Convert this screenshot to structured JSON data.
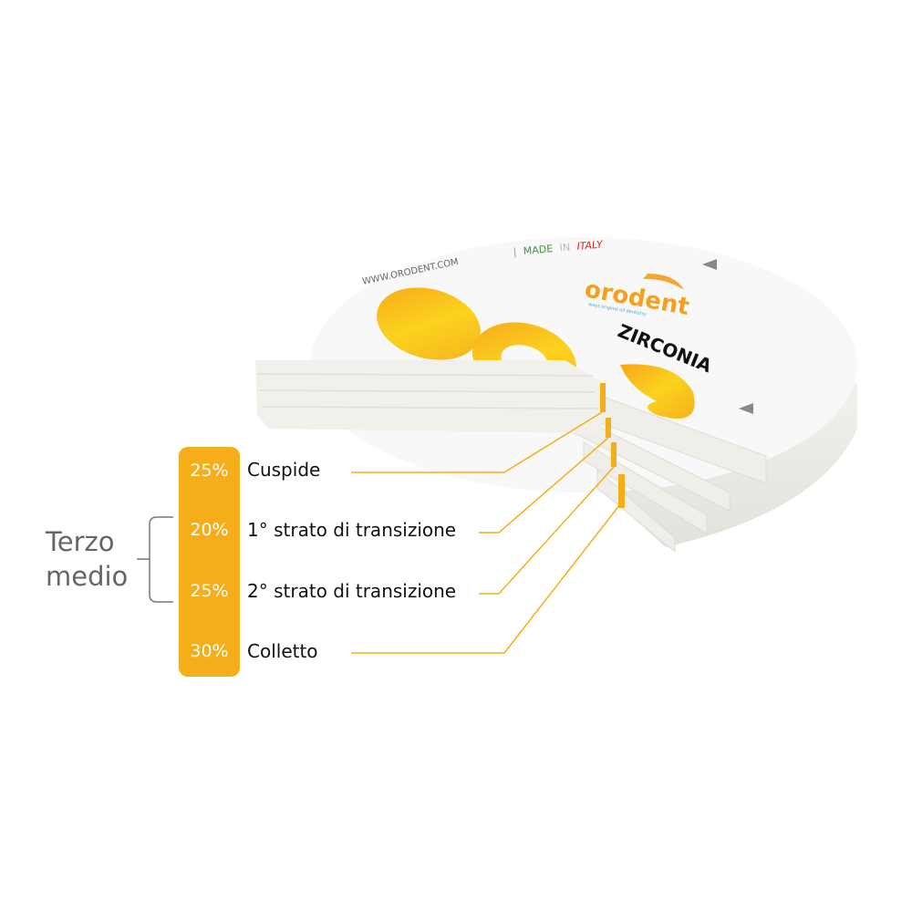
{
  "colors": {
    "accent": "#f5ae1a",
    "bracket": "#777777",
    "text": "#111111"
  },
  "product": {
    "website": "WWW.ORODENT.COM",
    "separator": "|",
    "made": "MADE",
    "in": "IN",
    "italy": "ITALY",
    "brand_logo": "orodent",
    "brand_tagline": "ways original oil dentistry",
    "logo_letters": "eos",
    "material": "ZIRCONIA"
  },
  "group": {
    "label_line1": "Terzo",
    "label_line2": "medio"
  },
  "layers": [
    {
      "percent": "25%",
      "name": "Cuspide"
    },
    {
      "percent": "20%",
      "name": "1° strato di transizione"
    },
    {
      "percent": "25%",
      "name": "2° strato di transizione"
    },
    {
      "percent": "30%",
      "name": "Colletto"
    }
  ]
}
